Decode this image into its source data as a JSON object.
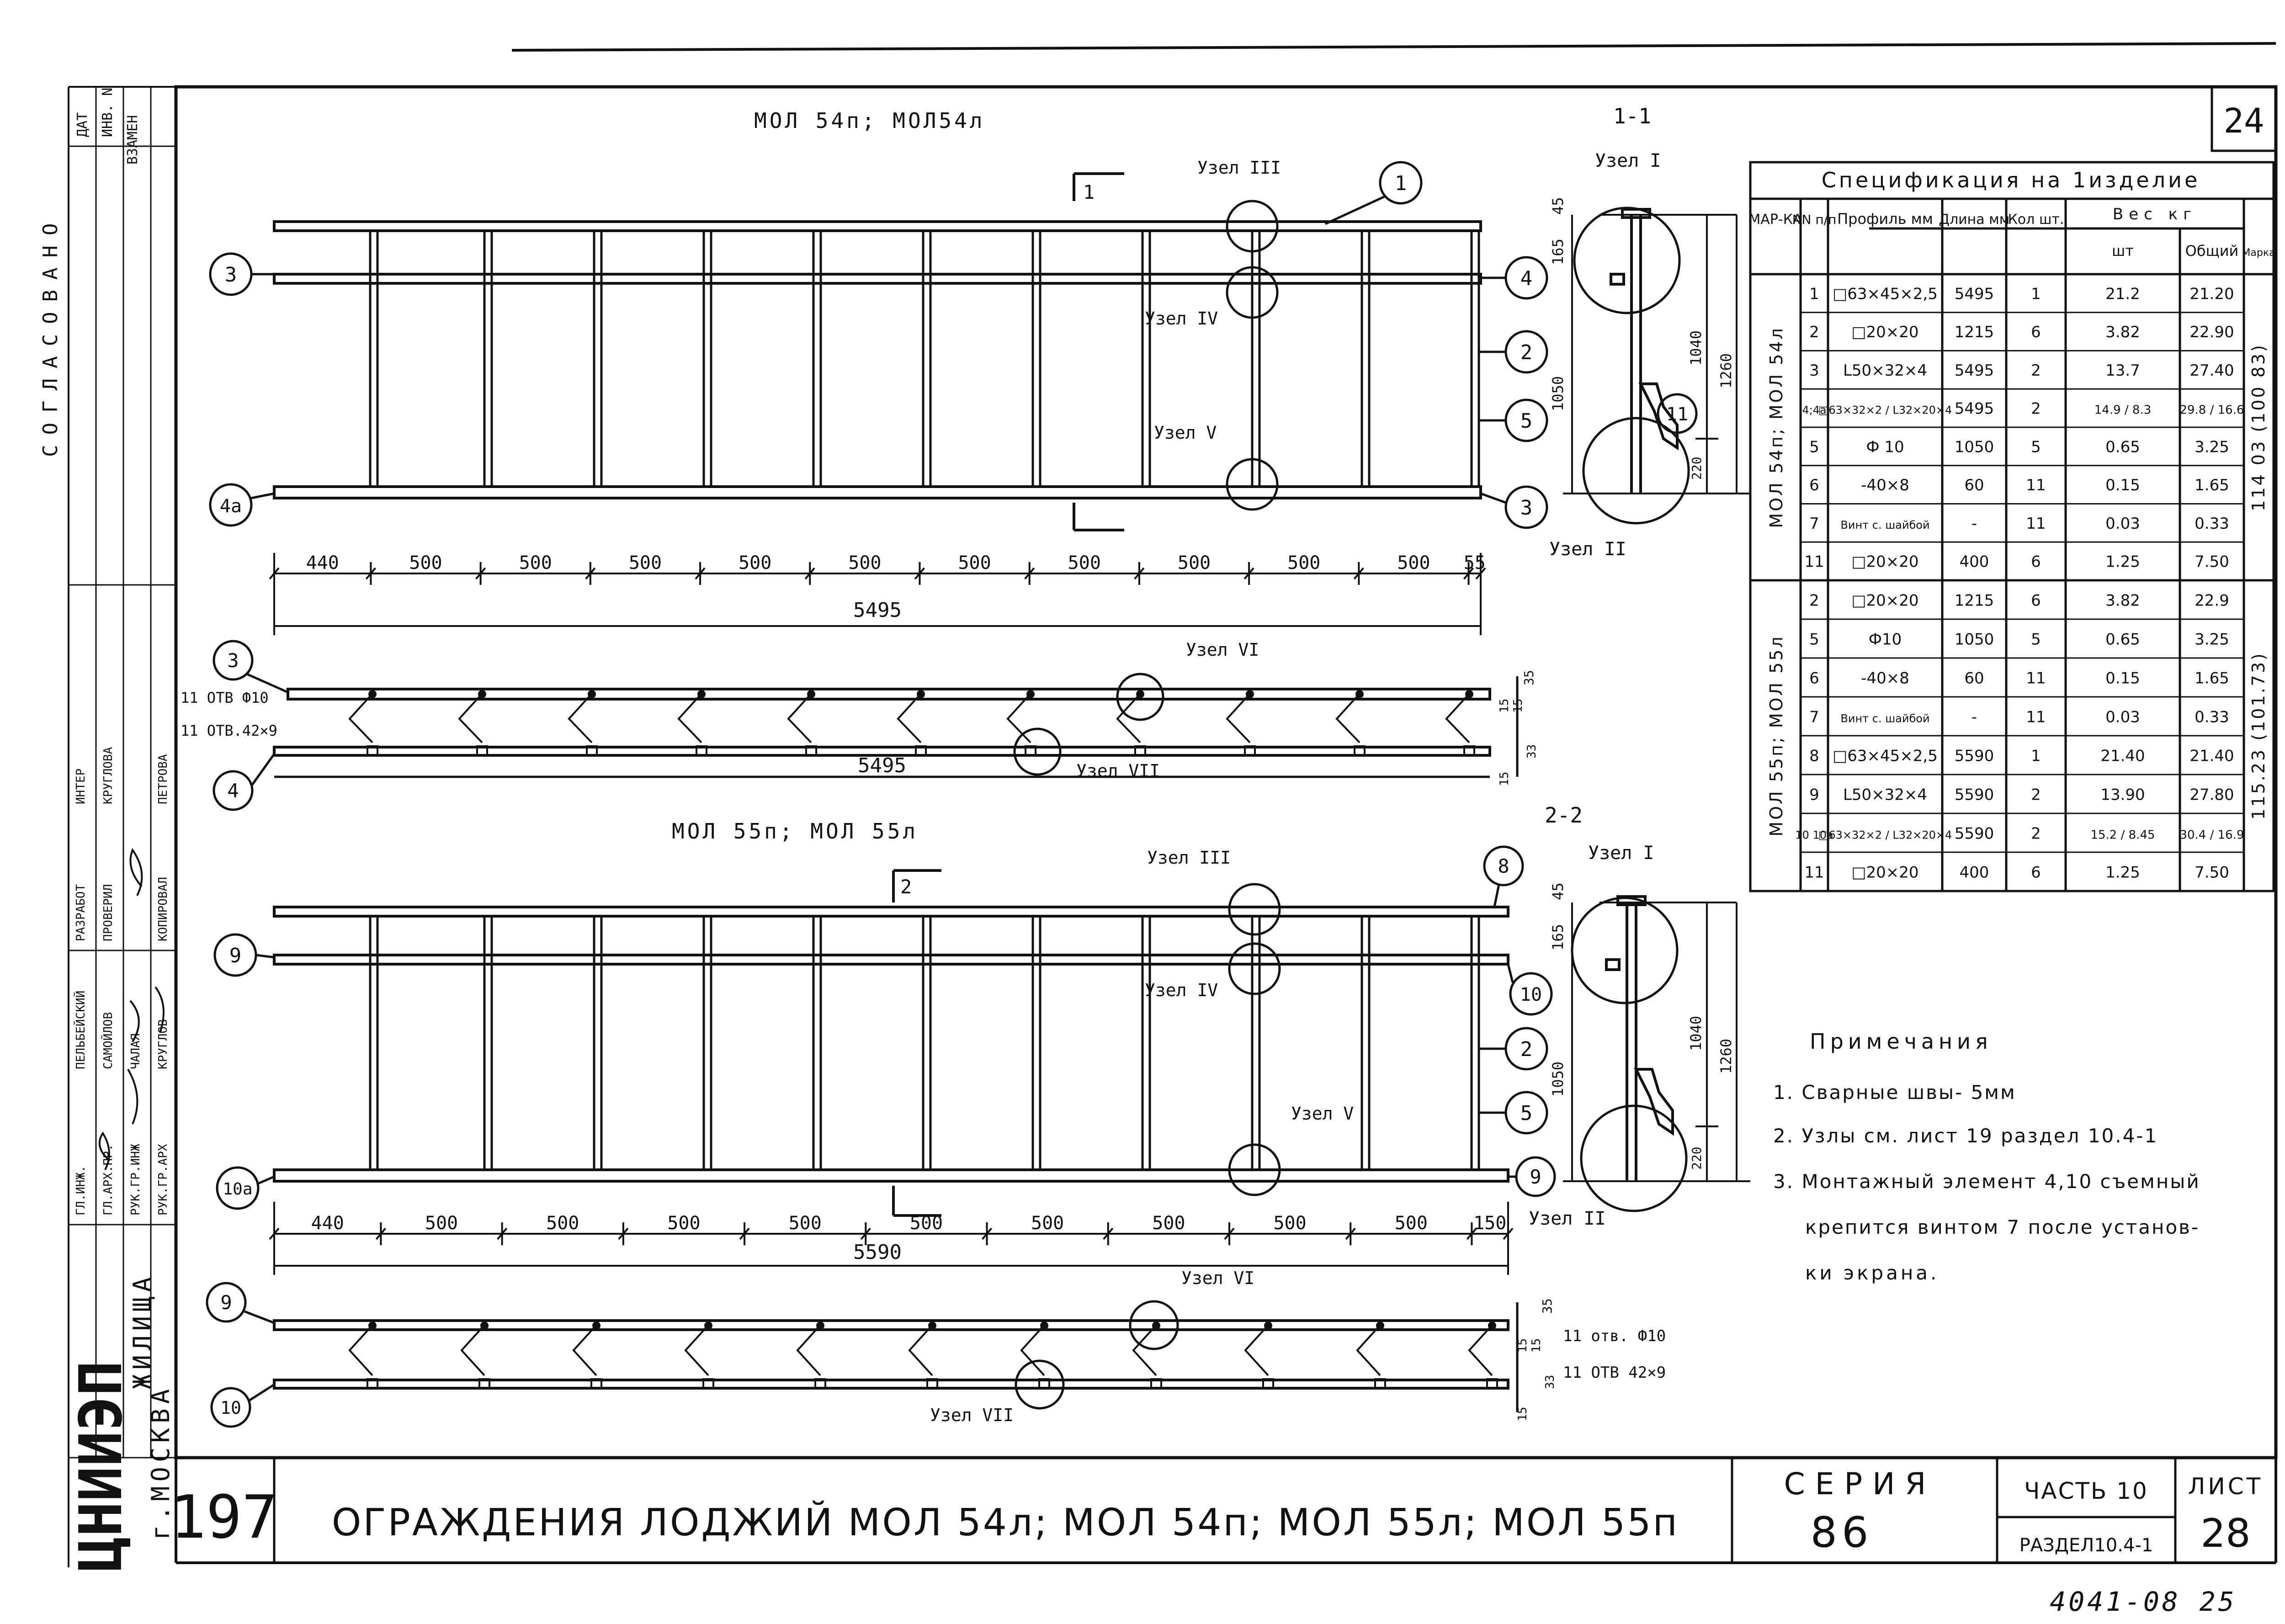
{
  "sheet": {
    "number": "24",
    "org": "ЦНИИЭП",
    "org_sub1": "ЖИЛИЩА",
    "org_sub2": "г.МОСКВА",
    "serial": "197",
    "title": "ОГРАЖДЕНИЯ ЛОДЖИЙ   МОЛ 54л; МОЛ 54п; МОЛ 55л; МОЛ 55п",
    "series_label": "СЕРИЯ",
    "series_value": "86",
    "part_label": "ЧАСТЬ 10",
    "section_label": "РАЗДЕЛ10.4-1",
    "sheet_label": "ЛИСТ",
    "sheet_value": "28",
    "bottom_code": "4041-08   25"
  },
  "stamp": {
    "top_labels": [
      "ВЗАМЕН",
      "ИНВ. N",
      "ДАТ"
    ],
    "rows": [
      {
        "role": "ГЛ.ИНЖ.",
        "name": "ПЕЛЬБЕЙСКИЙ"
      },
      {
        "role": "ГЛ.АРХ.ПР.",
        "name": "САМОЙЛОВ"
      },
      {
        "role": "РУК.ГР.ИНЖ",
        "name": "ЧАЛАЯ"
      },
      {
        "role": "РУК.ГР.АРХ",
        "name": "КРУГЛОВ"
      },
      {
        "role": "РАЗРАБОТ",
        "name": "ИНТЕР"
      },
      {
        "role": "ПРОВЕРИЛ",
        "name": "КРУГЛОВА"
      },
      {
        "role": "КОПИРОВАЛ",
        "name": "ПЕТРОВА"
      }
    ],
    "side_text": "СОГЛАСОВАНО"
  },
  "top_view_1": {
    "title": "МОЛ 54п; МОЛ54л",
    "section": "1-1",
    "cut_mark": "1",
    "nodes": [
      "Узел III",
      "Узел IV",
      "Узел V"
    ],
    "callouts": [
      "1",
      "3",
      "4",
      "2",
      "5",
      "4а",
      "3"
    ],
    "dims": [
      "440",
      "500",
      "500",
      "500",
      "500",
      "500",
      "500",
      "500",
      "500",
      "500",
      "500",
      "55"
    ],
    "total": "5495"
  },
  "plan_view_1": {
    "callouts": [
      "3",
      "4"
    ],
    "holes_a": "11 ОТВ Ф10",
    "holes_b": "11 ОТВ.42×9",
    "node_a": "Узел VI",
    "node_b": "Узел VII",
    "total": "5495",
    "dims": [
      "35",
      "15",
      "15",
      "33",
      "15"
    ]
  },
  "section_1": {
    "node_top": "Узел I",
    "node_bottom": "Узел II",
    "callout": "11",
    "dims": [
      "45",
      "165",
      "1050",
      "1040",
      "1260",
      "220"
    ]
  },
  "top_view_2": {
    "title": "МОЛ 55п; МОЛ 55л",
    "section": "2-2",
    "cut_mark": "2",
    "nodes": [
      "Узел III",
      "Узел IV",
      "Узел V"
    ],
    "callouts": [
      "8",
      "9",
      "10",
      "2",
      "5",
      "10а",
      "9"
    ],
    "dims": [
      "440",
      "500",
      "500",
      "500",
      "500",
      "500",
      "500",
      "500",
      "500",
      "500",
      "150"
    ],
    "total": "5590"
  },
  "plan_view_2": {
    "callouts": [
      "9",
      "10"
    ],
    "holes_a": "11 отв. Ф10",
    "holes_b": "11 ОТВ 42×9",
    "node_a": "Узел VI",
    "node_b": "Узел VII",
    "dims": [
      "35",
      "15",
      "15",
      "33",
      "15"
    ]
  },
  "section_2": {
    "node_top": "Узел I",
    "node_bottom": "Узел II",
    "dims": [
      "45",
      "165",
      "1050",
      "1040",
      "1260",
      "220"
    ]
  },
  "spec": {
    "title": "Спецификация на 1изделие",
    "headers": {
      "mark": "МАР-КА",
      "nn": "NN п/п",
      "profile": "Профиль мм",
      "length": "Длина мм",
      "qty": "Кол шт.",
      "weight": "Вес кг",
      "w_one": "шт",
      "w_total": "Общий",
      "w_mark": "Марка"
    },
    "group1": {
      "mark": "МОЛ 54п; МОЛ 54л",
      "total": "114 03 (100 83)",
      "rows": [
        {
          "n": "1",
          "profile": "□63×45×2,5",
          "len": "5495",
          "qty": "1",
          "one": "21.2",
          "all": "21.20"
        },
        {
          "n": "2",
          "profile": "□20×20",
          "len": "1215",
          "qty": "6",
          "one": "3.82",
          "all": "22.90"
        },
        {
          "n": "3",
          "profile": "L50×32×4",
          "len": "5495",
          "qty": "2",
          "one": "13.7",
          "all": "27.40"
        },
        {
          "n": "4;4а",
          "profile": "□63×32×2 / L32×20×4",
          "len": "5495",
          "qty": "2",
          "one": "14.9 / 8.3",
          "all": "29.8 / 16.6"
        },
        {
          "n": "5",
          "profile": "Ф 10",
          "len": "1050",
          "qty": "5",
          "one": "0.65",
          "all": "3.25"
        },
        {
          "n": "6",
          "profile": "-40×8",
          "len": "60",
          "qty": "11",
          "one": "0.15",
          "all": "1.65"
        },
        {
          "n": "7",
          "profile": "Винт с. шайбой",
          "len": "-",
          "qty": "11",
          "one": "0.03",
          "all": "0.33"
        },
        {
          "n": "11",
          "profile": "□20×20",
          "len": "400",
          "qty": "6",
          "one": "1.25",
          "all": "7.50"
        }
      ]
    },
    "group2": {
      "mark": "МОЛ 55п; МОЛ 55л",
      "total": "115.23 (101.73)",
      "rows": [
        {
          "n": "2",
          "profile": "□20×20",
          "len": "1215",
          "qty": "6",
          "one": "3.82",
          "all": "22.9"
        },
        {
          "n": "5",
          "profile": "Ф10",
          "len": "1050",
          "qty": "5",
          "one": "0.65",
          "all": "3.25"
        },
        {
          "n": "6",
          "profile": "-40×8",
          "len": "60",
          "qty": "11",
          "one": "0.15",
          "all": "1.65"
        },
        {
          "n": "7",
          "profile": "Винт с. шайбой",
          "len": "-",
          "qty": "11",
          "one": "0.03",
          "all": "0.33"
        },
        {
          "n": "8",
          "profile": "□63×45×2,5",
          "len": "5590",
          "qty": "1",
          "one": "21.40",
          "all": "21.40"
        },
        {
          "n": "9",
          "profile": "L50×32×4",
          "len": "5590",
          "qty": "2",
          "one": "13.90",
          "all": "27.80"
        },
        {
          "n": "10 10а",
          "profile": "□63×32×2 / L32×20×4",
          "len": "5590",
          "qty": "2",
          "one": "15.2 / 8.45",
          "all": "30.4 / 16.9"
        },
        {
          "n": "11",
          "profile": "□20×20",
          "len": "400",
          "qty": "6",
          "one": "1.25",
          "all": "7.50"
        }
      ]
    }
  },
  "notes": {
    "title": "Примечания",
    "items": [
      "1. Сварные швы- 5мм",
      "2. Узлы см. лист 19 раздел 10.4-1",
      "3. Монтажный элемент 4,10 съемный",
      "крепится винтом 7 после установ-",
      "ки экрана."
    ]
  }
}
